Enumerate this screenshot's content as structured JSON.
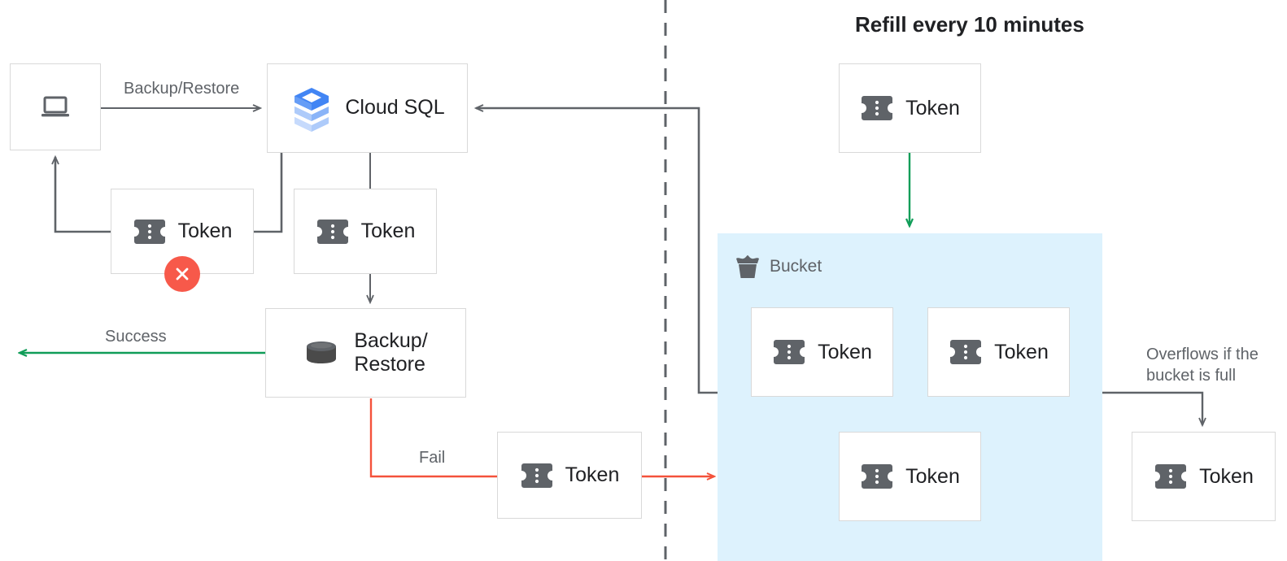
{
  "diagram": {
    "title": "Refill every 10 minutes",
    "divider": "dashed-vertical-divider"
  },
  "colors": {
    "arrow_gray": "#5f6368",
    "arrow_green": "#109d58",
    "arrow_red": "#f4523b",
    "bucket_fill": "#ddf2fd",
    "error_red": "#f7594a",
    "box_border": "#d9d9d9",
    "label_gray": "#5f6368",
    "text_dark": "#202124",
    "icon_gray": "#5f6368",
    "cloudsql_blue": "#4285f4"
  },
  "nodes": {
    "client": {
      "label": "",
      "icon": "laptop-icon"
    },
    "cloudsql": {
      "label": "Cloud SQL",
      "icon": "cloud-sql-icon"
    },
    "token_client": {
      "label": "Token",
      "icon": "token-icon",
      "status": "error"
    },
    "token_cloudsql": {
      "label": "Token",
      "icon": "token-icon"
    },
    "backup_restore": {
      "label": "Backup/\nRestore",
      "icon": "database-icon"
    },
    "token_fail": {
      "label": "Token",
      "icon": "token-icon"
    },
    "token_refill": {
      "label": "Token",
      "icon": "token-icon"
    },
    "token_bucket_1": {
      "label": "Token",
      "icon": "token-icon"
    },
    "token_bucket_2": {
      "label": "Token",
      "icon": "token-icon"
    },
    "token_bucket_3": {
      "label": "Token",
      "icon": "token-icon"
    },
    "token_overflow": {
      "label": "Token",
      "icon": "token-icon"
    }
  },
  "bucket": {
    "label": "Bucket",
    "icon": "bucket-icon"
  },
  "edges": {
    "backup_restore_label": "Backup/Restore",
    "success_label": "Success",
    "fail_label": "Fail",
    "overflow_label": "Overflows if the\nbucket is full"
  }
}
